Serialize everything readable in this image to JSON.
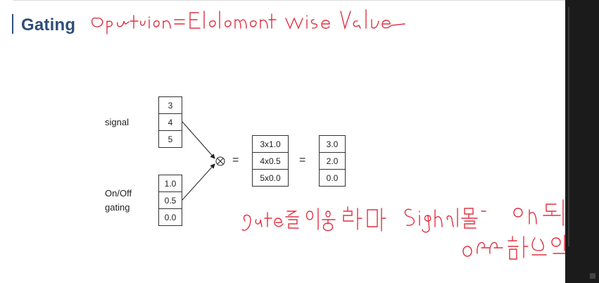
{
  "slide": {
    "title": "Gating",
    "handwriting_top": "Operation = Element wise Value",
    "handwriting_bottom_line1": "gate를 이용하여 Signal을 on하거나",
    "handwriting_bottom_line2": "off할수있음"
  },
  "diagram": {
    "signal_label": "signal",
    "gating_label_line1": "On/Off",
    "gating_label_line2": "gating",
    "signal_values": [
      "3",
      "4",
      "5"
    ],
    "gate_values": [
      "1.0",
      "0.5",
      "0.0"
    ],
    "product_expr": [
      "3x1.0",
      "4x0.5",
      "5x0.0"
    ],
    "result_values": [
      "3.0",
      "2.0",
      "0.0"
    ],
    "equals_sign": "=",
    "operator_symbol": "⊗"
  },
  "colors": {
    "title": "#2e4e7a",
    "handwriting": "#e03040",
    "side_bar": "#1b1b1b"
  }
}
